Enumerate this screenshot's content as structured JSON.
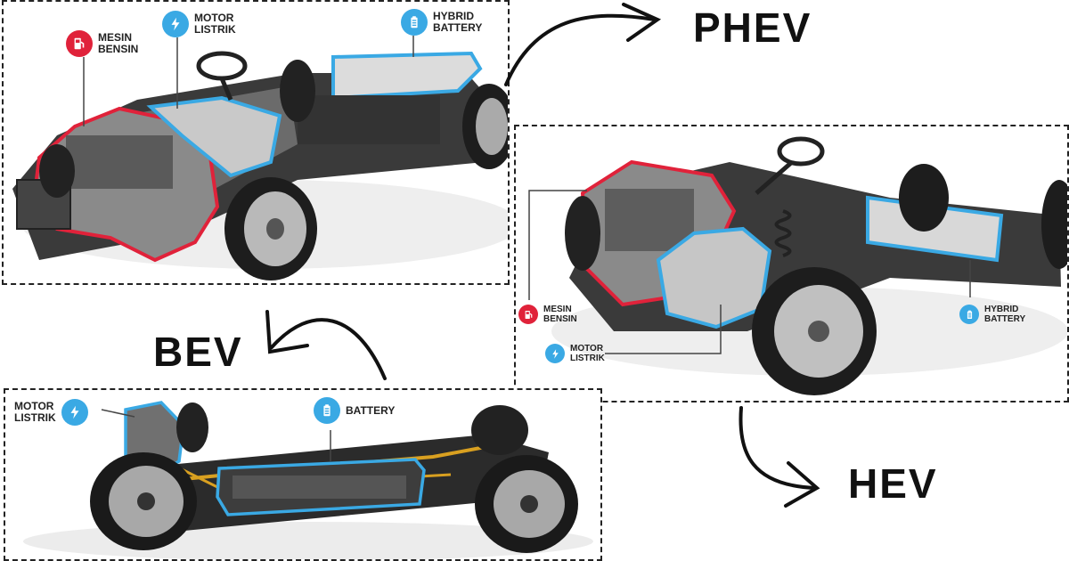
{
  "labels": {
    "phev": "PHEV",
    "hev": "HEV",
    "bev": "BEV"
  },
  "phev_panel": {
    "engine": "MESIN\nBENSIN",
    "motor": "MOTOR\nLISTRIK",
    "battery": "HYBRID\nBATTERY"
  },
  "hev_panel": {
    "engine": "MESIN\nBENSIN",
    "motor": "MOTOR\nLISTRIK",
    "battery": "HYBRID\nBATTERY"
  },
  "bev_panel": {
    "motor": "MOTOR\nLISTRIK",
    "battery": "BATTERY"
  },
  "colors": {
    "engine_outline": "#e0223a",
    "electric_outline": "#3aa9e4",
    "chassis": "#2b2b2b",
    "wiring": "#d9a020"
  },
  "icons": {
    "engine": "fuel-pump-icon",
    "motor": "lightning-bolt-icon",
    "battery": "battery-icon"
  }
}
